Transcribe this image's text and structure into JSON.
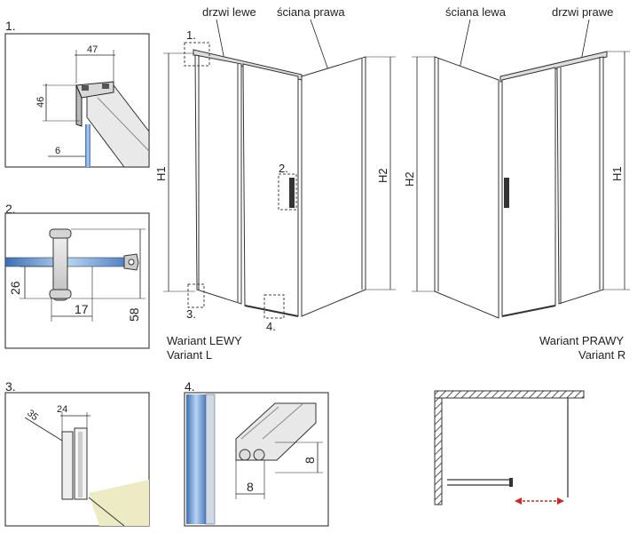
{
  "details": {
    "d1": {
      "num": "1.",
      "w": "47",
      "h": "46",
      "gap": "6"
    },
    "d2": {
      "num": "2.",
      "a": "26",
      "b": "17",
      "c": "58"
    },
    "d3": {
      "num": "3.",
      "a": "35",
      "b": "24"
    },
    "d4": {
      "num": "4.",
      "a": "8",
      "b": "8"
    }
  },
  "left_view": {
    "label_door": "drzwi lewe",
    "label_wall": "ściana prawa",
    "h1": "H1",
    "h2": "H2",
    "callouts": [
      "1.",
      "2.",
      "3.",
      "4."
    ],
    "variant_pl": "Wariant LEWY",
    "variant_en": "Variant L"
  },
  "right_view": {
    "label_wall": "ściana lewa",
    "label_door": "drzwi prawe",
    "h1": "H1",
    "h2": "H2",
    "variant_pl": "Wariant PRAWY",
    "variant_en": "Variant R"
  },
  "colors": {
    "glass_blue": "#8fb6e0",
    "floor": "#ecebc4",
    "arrow": "#d0281e"
  }
}
